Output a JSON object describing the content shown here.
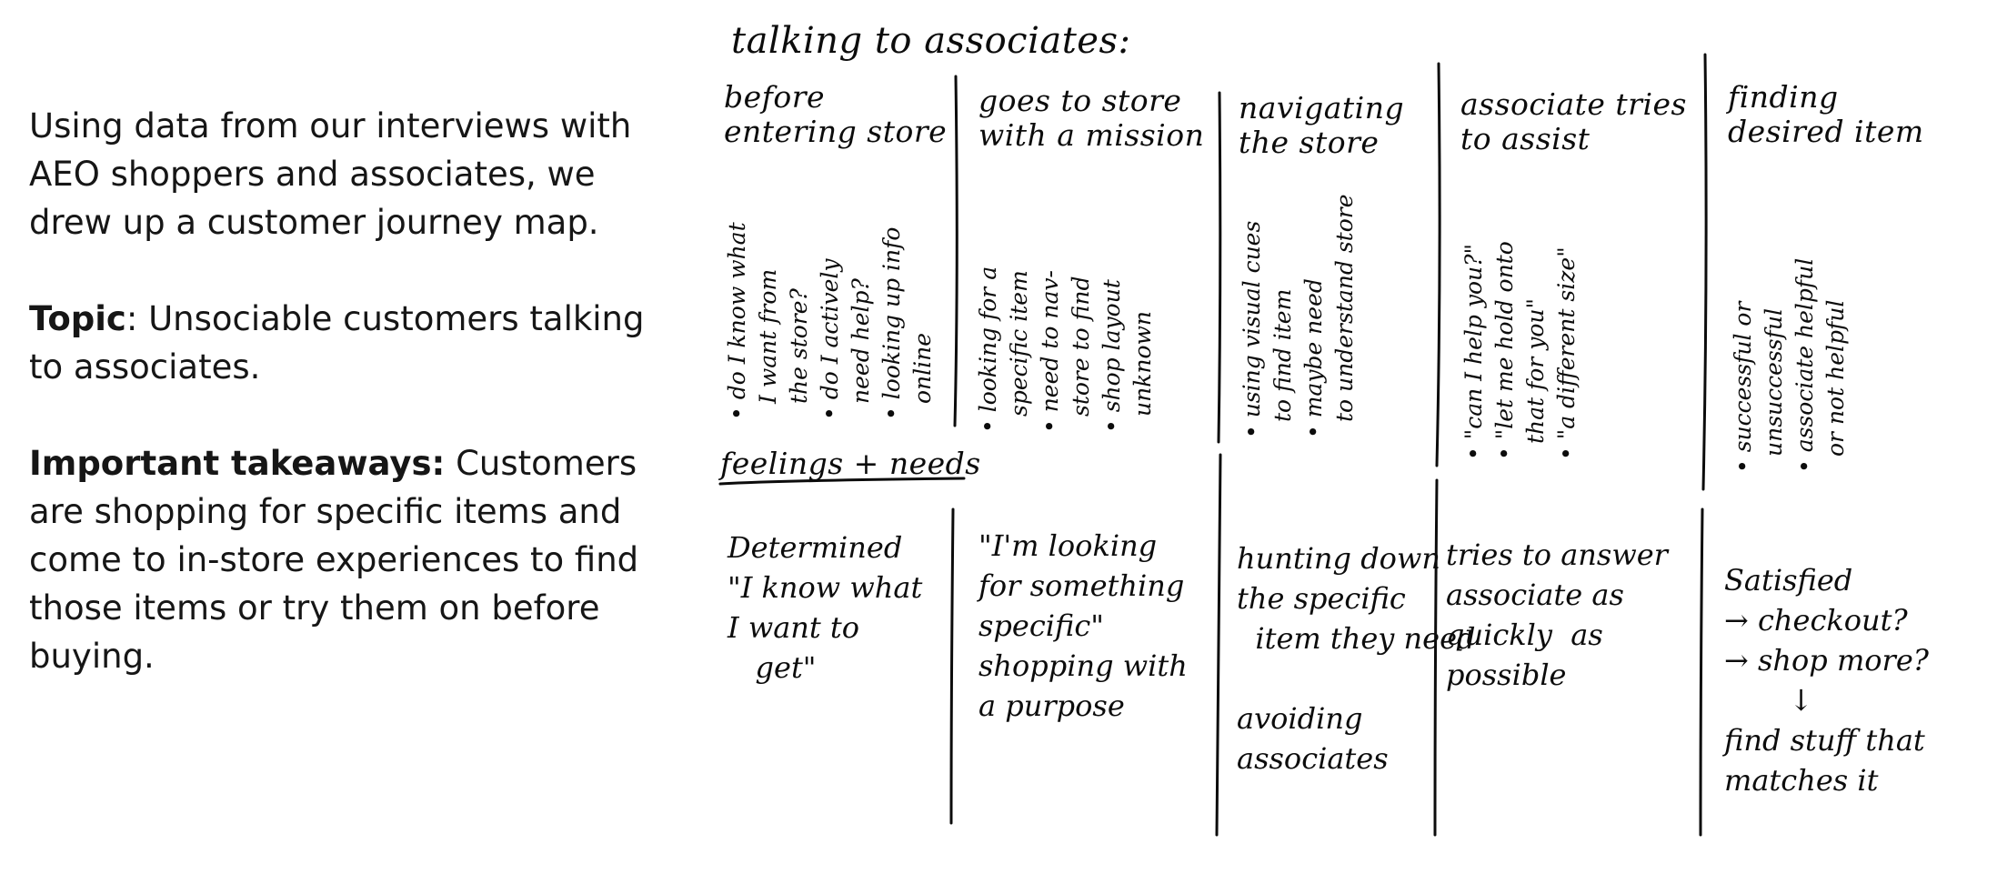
{
  "intro": {
    "para1": "Using data from our interviews with AEO shoppers and associates, we drew up a customer journey map.",
    "topic_label": "Topic",
    "topic_text": ": Unsociable customers talking to associates.",
    "takeaways_label": "Important takeaways:",
    "takeaways_text": " Customers are shopping for specific items and come to in-store experiences to find those items or try them on before buying."
  },
  "sketch": {
    "title": "talking to associates:",
    "feelings_heading": "feelings + needs",
    "columns": [
      {
        "heading": "before entering store",
        "bullets": [
          [
            "do I know what",
            "I want from",
            "the store?"
          ],
          [
            "do I actively",
            "need help?"
          ],
          [
            "looking up info",
            "online"
          ]
        ],
        "feeling": "Determined\n\"I know what\nI want to\n   get\""
      },
      {
        "heading": "goes to store with a mission",
        "bullets": [
          [
            "looking for a",
            "specific item"
          ],
          [
            "need to nav-",
            "store to find"
          ],
          [
            "shop layout",
            "unknown"
          ]
        ],
        "feeling": "\"I'm looking\nfor something\nspecific\"\nshopping with\na purpose"
      },
      {
        "heading": "navigating the store",
        "bullets": [
          [
            "using visual cues",
            "to find item"
          ],
          [
            "maybe need",
            "to understand store"
          ]
        ],
        "feeling": "hunting down\nthe specific\n  item they need\n\navoiding\nassociates"
      },
      {
        "heading": "associate tries to assist",
        "bullets": [
          [
            "\"can I help you?\""
          ],
          [
            "\"let me hold onto",
            "that for you\""
          ],
          [
            "\"a different size\""
          ]
        ],
        "feeling": "tries to answer\nassociate as\nquickly  as\npossible"
      },
      {
        "heading": "finding desired item",
        "bullets": [
          [
            "successful or",
            "unsuccessful"
          ],
          [
            "associate helpful",
            "or not helpful"
          ]
        ],
        "feeling": "Satisfied\n→ checkout?\n→ shop more?\n       ↓\nfind stuff that\nmatches it"
      }
    ]
  }
}
